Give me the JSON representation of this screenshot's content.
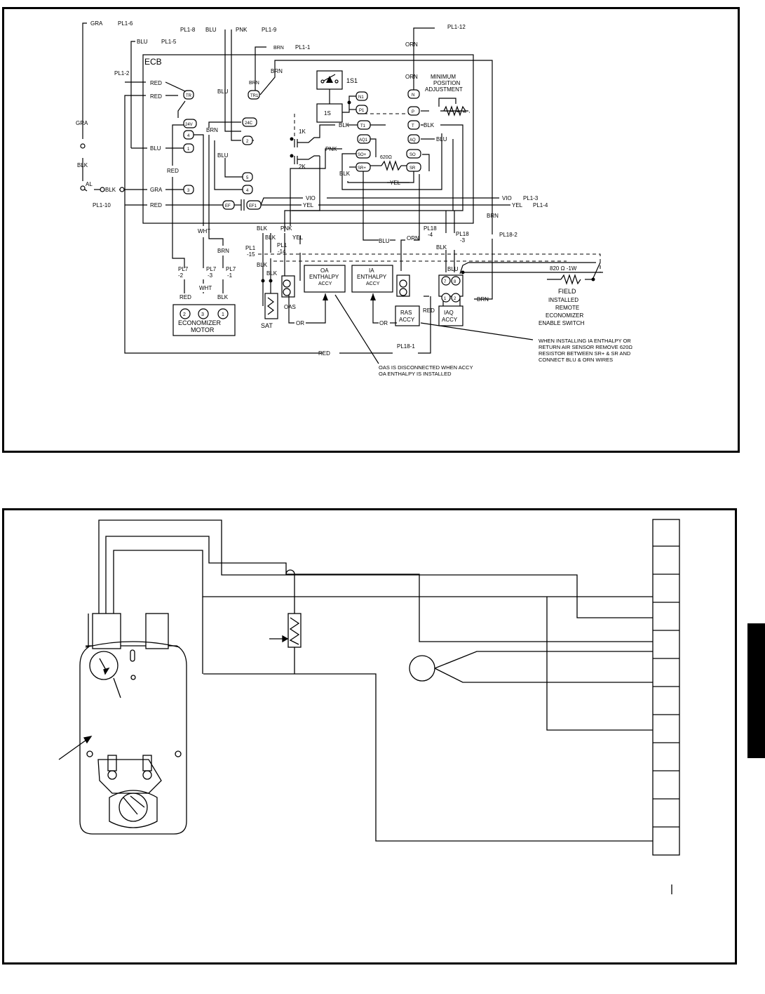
{
  "top": {
    "ecb_label": "ECB",
    "wire": {
      "gra": "GRA",
      "blu": "BLU",
      "pnk": "PNK",
      "brn": "BRN",
      "red": "RED",
      "blk": "BLK",
      "orn": "ORN",
      "vio": "VIO",
      "yel": "YEL",
      "wht": "WHT",
      "or": "OR"
    },
    "plugs": {
      "pl1_1": "PL1-1",
      "pl1_2": "PL1-2",
      "pl1_3": "PL1-3",
      "pl1_4": "PL1-4",
      "pl1_5": "PL1-5",
      "pl1_6": "PL1-6",
      "pl1_8": "PL1-8",
      "pl1_9": "PL1-9",
      "pl1_10": "PL1-10",
      "pl1_12": "PL1-12",
      "pl1_15a": "PL1",
      "pl1_15b": "-15",
      "pl1_14a": "PL1",
      "pl1_14b": "-14",
      "pl7_2a": "PL7",
      "pl7_2b": "-2",
      "pl7_3a": "PL7",
      "pl7_3b": "-3",
      "pl7_1a": "PL7",
      "pl7_1b": "-1",
      "pl18_4a": "PL18",
      "pl18_4b": "-4",
      "pl18_3a": "PL18",
      "pl18_3b": "-3",
      "pl18_2": "PL18-2",
      "pl18_1": "PL18-1"
    },
    "terminals": {
      "tr": "TR",
      "tr1": "TR1",
      "t24v": "24V",
      "t24c": "24C",
      "t4": "4",
      "t1": "1",
      "t2": "2",
      "t5": "5",
      "t4b": "4",
      "t3": "3",
      "ef": "EF",
      "ef1": "EF1",
      "n1": "N1",
      "p1": "P1",
      "t1b": "T1",
      "aq1": "AQ1",
      "so_plus": "SO+",
      "sr_plus": "SR+",
      "n": "N",
      "p": "P",
      "t": "T",
      "aq": "AQ",
      "so": "SO",
      "sr": "SR"
    },
    "components": {
      "s1": "1S1",
      "s": "1S",
      "k1": "1K",
      "k2": "2K",
      "r620": "620Ω",
      "al": "AL",
      "min_pos_1": "MINIMUM",
      "min_pos_2": "POSITION",
      "min_pos_3": "ADJUSTMENT",
      "oa_ent_1": "OA",
      "oa_ent_2": "ENTHALPY",
      "oa_ent_3": "ACCY",
      "ia_ent_1": "IA",
      "ia_ent_2": "ENTHALPY",
      "ia_ent_3": "ACCY",
      "ras_1": "RAS",
      "ras_2": "ACCY",
      "iaq_1": "IAQ",
      "iaq_2": "ACCY",
      "econ_1": "ECONOMIZER",
      "econ_2": "MOTOR",
      "oas": "OAS",
      "sat": "SAT",
      "r820": "820 Ω -1W",
      "field_1": "FIELD",
      "field_2": "INSTALLED",
      "field_3": "REMOTE",
      "field_4": "ECONOMIZER",
      "field_5": "ENABLE SWITCH",
      "m1": "2",
      "m2": "3",
      "m3": "1",
      "iaq_t1": "1",
      "iaq_t2": "2",
      "iaq_t7": "7",
      "iaq_t8": "8"
    },
    "notes": {
      "note1_1": "WHEN INSTALLING IA ENTHALPY OR",
      "note1_2": "RETURN AIR SENSOR REMOVE 620Ω",
      "note1_3": "RESISTOR BETWEEN SR+ & SR AND",
      "note1_4": "CONNECT BLU & ORN WIRES",
      "note2_1": "OAS IS DISCONNECTED WHEN ACCY",
      "note2_2": "OA ENTHALPY IS INSTALLED"
    }
  }
}
